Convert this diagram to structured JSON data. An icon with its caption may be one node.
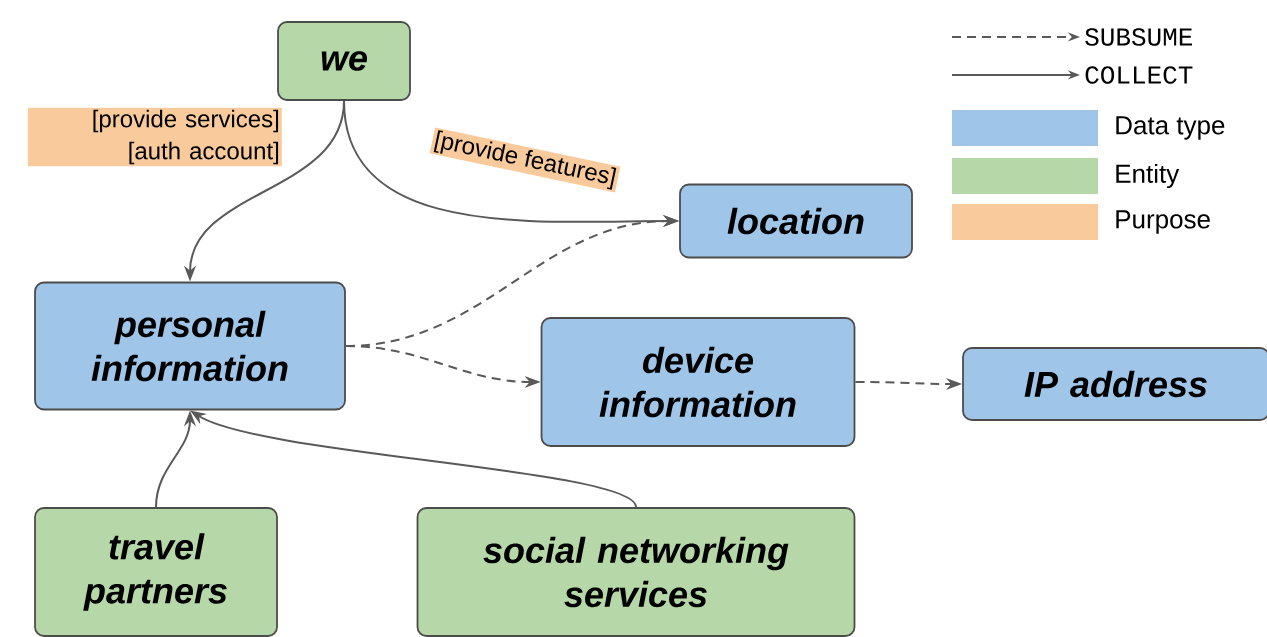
{
  "diagram": {
    "nodes": [
      {
        "text": [
          "we"
        ]
      },
      {
        "text": [
          "location"
        ]
      },
      {
        "text": [
          "personal information"
        ]
      },
      {
        "text": [
          "device information"
        ]
      },
      {
        "text": [
          "IP address"
        ]
      },
      {
        "text": [
          "travel partners"
        ]
      },
      {
        "text": [
          "social networking services"
        ]
      }
    ],
    "edges": [
      {
        "from": 0,
        "to": 2,
        "arrow": "to",
        "label": "[provide services] [auth account]"
      },
      {
        "from": 0,
        "to": 1,
        "arrow": "to",
        "label": "[provide features]"
      },
      {
        "from": 2,
        "to": 1,
        "arrow": "to",
        "style": "dashed"
      },
      {
        "from": 2,
        "to": 3,
        "arrow": "to",
        "style": "dashed"
      },
      {
        "from": 3,
        "to": 4,
        "arrow": "to",
        "style": "dashed"
      },
      {
        "from": 5,
        "to": 2,
        "arrow": "to"
      },
      {
        "from": 6,
        "to": 2,
        "arrow": "to"
      }
    ],
    "legend": [
      {
        "text": "SUBSUME"
      },
      {
        "text": "COLLECT"
      },
      {
        "text": "Data type",
        "color": "#9fc5e8"
      },
      {
        "text": "Entity",
        "color": "#b6d7a8"
      },
      {
        "text": "Purpose",
        "color": "#f9cb9c"
      }
    ]
  }
}
